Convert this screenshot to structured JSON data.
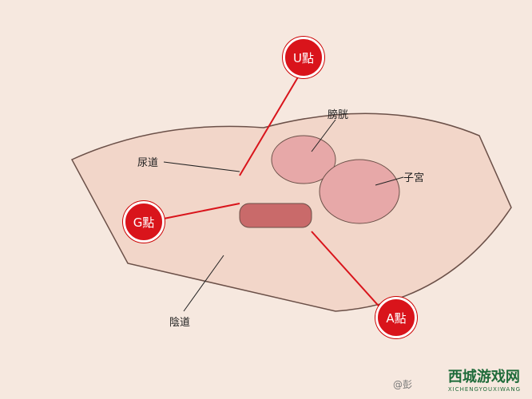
{
  "labels": {
    "u_point": "U點",
    "g_point": "G點",
    "a_point": "A點",
    "bladder": "膀胱",
    "urethra": "尿道",
    "uterus": "子宮",
    "vagina": "陰道"
  },
  "watermark": {
    "prefix": "@彭",
    "brand": "西城游戏网",
    "brand_sub": "XICHENGYOUXIWANG"
  },
  "colors": {
    "background": "#f6e8df",
    "badge": "#d9141b",
    "line": "#d9141b"
  }
}
